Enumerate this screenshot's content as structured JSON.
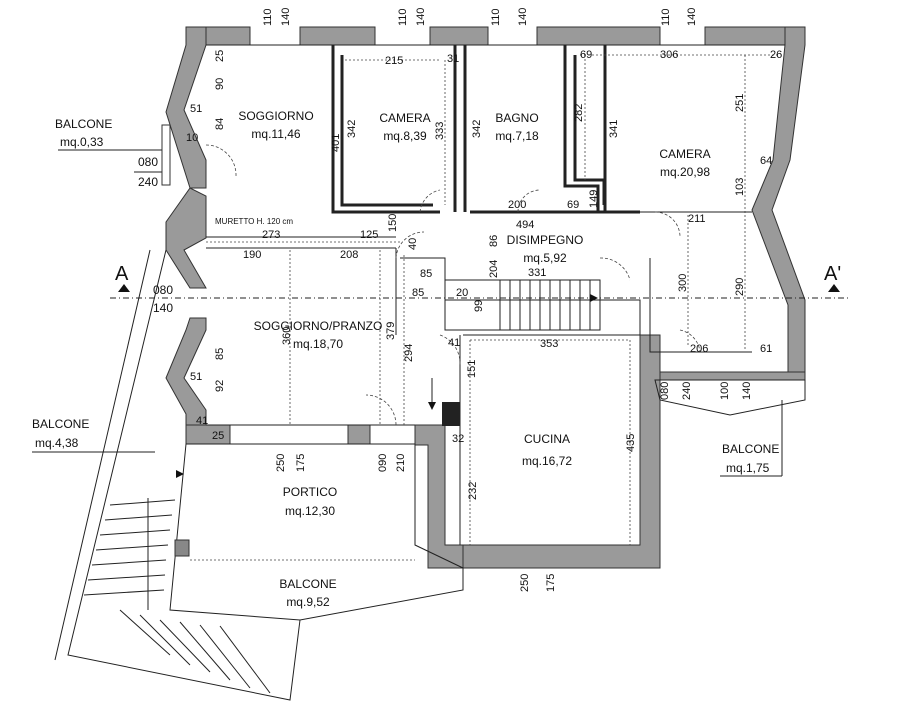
{
  "rooms": {
    "soggiorno": {
      "name": "SOGGIORNO",
      "area": "mq.11,46"
    },
    "camera1": {
      "name": "CAMERA",
      "area": "mq.8,39"
    },
    "bagno": {
      "name": "BAGNO",
      "area": "mq.7,18"
    },
    "camera2": {
      "name": "CAMERA",
      "area": "mq.20,98"
    },
    "disimpegno": {
      "name": "DISIMPEGNO",
      "area": "mq.5,92"
    },
    "soggiorno_pranzo": {
      "name": "SOGGIORNO/PRANZO",
      "area": "mq.18,70"
    },
    "cucina": {
      "name": "CUCINA",
      "area": "mq.16,72"
    },
    "portico": {
      "name": "PORTICO",
      "area": "mq.12,30"
    },
    "balcone_bottom": {
      "name": "BALCONE",
      "area": "mq.9,52"
    }
  },
  "external": {
    "balcone_top": {
      "name": "BALCONE",
      "area": "mq.0,33",
      "d1": "080",
      "d2": "240"
    },
    "balcone_left": {
      "name": "BALCONE",
      "area": "mq.4,38",
      "d1": "080",
      "d2": "140"
    },
    "balcone_right": {
      "name": "BALCONE",
      "area": "mq.1,75"
    }
  },
  "section": {
    "left": "A",
    "right": "A'"
  },
  "note": "MURETTO H. 120 cm",
  "dims": {
    "top_110a": "110",
    "top_140a": "140",
    "top_110b": "110",
    "top_140b": "140",
    "top_110c": "110",
    "top_140c": "140",
    "top_110d": "110",
    "top_140d": "140",
    "d215": "215",
    "d31": "31",
    "d69a": "69",
    "d306": "306",
    "d26": "26",
    "d25a": "25",
    "d90a": "90",
    "d51a": "51",
    "d84": "84",
    "d10": "10",
    "d401": "401",
    "d342a": "342",
    "d333": "333",
    "d342b": "342",
    "d282": "282",
    "d341": "341",
    "d251": "251",
    "d64": "64",
    "d103": "103",
    "d200": "200",
    "d69b": "69",
    "d149": "149",
    "d211": "211",
    "d494": "494",
    "d273": "273",
    "d125": "125",
    "d150": "150",
    "d40": "40",
    "d86": "86",
    "d190": "190",
    "d208": "208",
    "d204": "204",
    "d85a": "85",
    "d331": "331",
    "d300": "300",
    "d290": "290",
    "d85b": "85",
    "d20": "20",
    "d99": "99",
    "d360": "360",
    "d379": "379",
    "d294": "294",
    "d41": "41",
    "d353": "353",
    "d206": "206",
    "d61": "61",
    "d85c": "85",
    "d51b": "51",
    "d92": "92",
    "d151": "151",
    "d080r": "080",
    "d240r": "240",
    "d100r": "100",
    "d140r": "140",
    "d41b": "41",
    "d25b": "25",
    "d32": "32",
    "d435": "435",
    "d232": "232",
    "d250a": "250",
    "d175a": "175",
    "d090": "090",
    "d210": "210",
    "d250b": "250",
    "d175b": "175"
  }
}
